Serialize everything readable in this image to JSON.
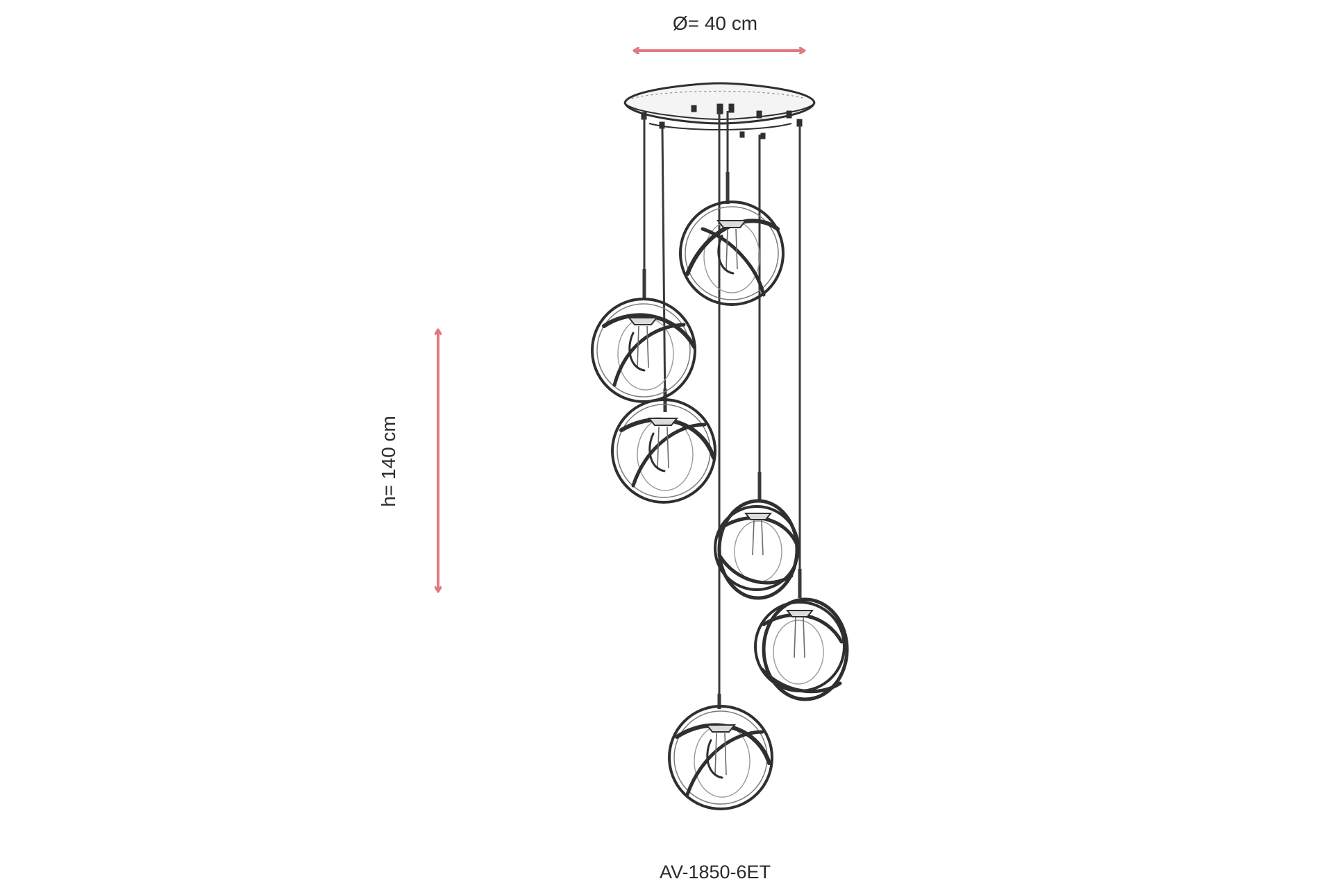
{
  "dimensions": {
    "diameter_label": "Ø= 40 cm",
    "height_label": "h= 140 cm"
  },
  "product": {
    "model_code": "AV-1850-6ET"
  },
  "colors": {
    "dimension_arrow": "#e07a7f",
    "line_art": "#2f2f2f",
    "background": "#ffffff"
  },
  "lamp": {
    "pendant_count": 6
  }
}
